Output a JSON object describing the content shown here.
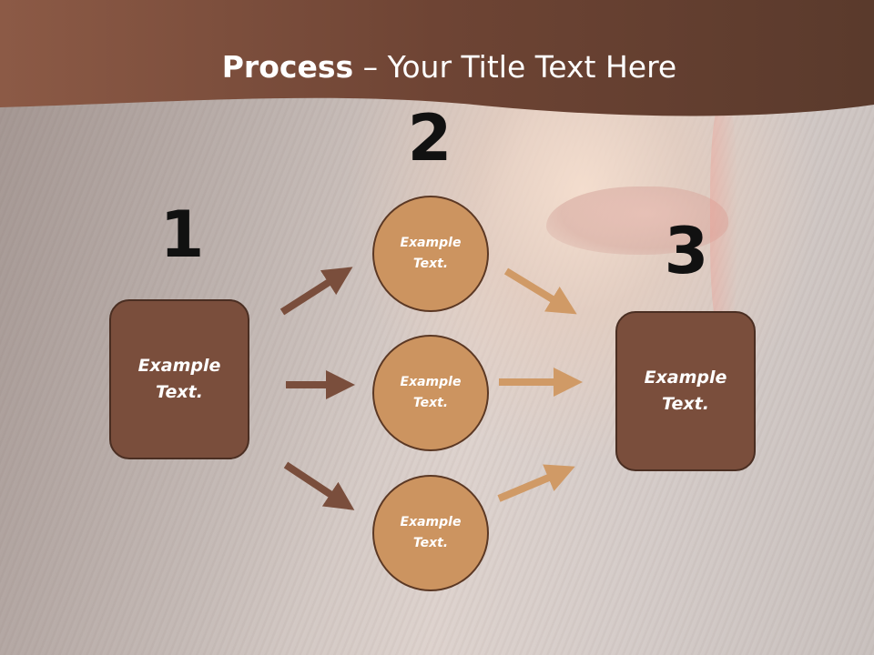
{
  "title": {
    "bold": "Process",
    "rest": " – Your Title Text Here"
  },
  "steps": {
    "one": "1",
    "two": "2",
    "three": "3"
  },
  "left_box": {
    "line1": "Example",
    "line2": "Text."
  },
  "right_box": {
    "line1": "Example",
    "line2": "Text."
  },
  "circles": [
    {
      "line1": "Example",
      "line2": "Text."
    },
    {
      "line1": "Example",
      "line2": "Text."
    },
    {
      "line1": "Example",
      "line2": "Text."
    }
  ],
  "colors": {
    "header": "#7a4a38",
    "box_fill": "#7a4e3c",
    "circle_fill": "#cc9460",
    "arrow_dark": "#7a4e3c",
    "arrow_light": "#d09a66"
  }
}
